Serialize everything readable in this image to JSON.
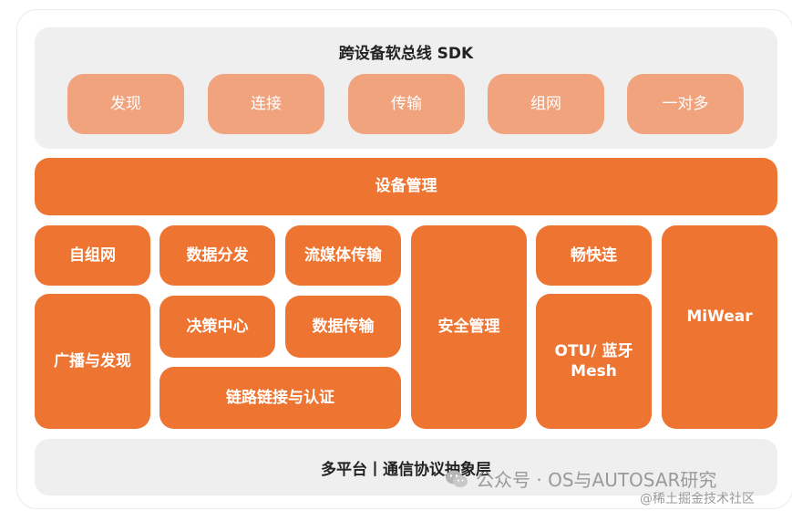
{
  "sdk": {
    "title": "跨设备软总线 SDK",
    "items": [
      "发现",
      "连接",
      "传输",
      "组网",
      "一对多"
    ]
  },
  "device_management": "设备管理",
  "modules": {
    "self_networking": "自组网",
    "broadcast_discovery": "广播与发现",
    "data_distribution": "数据分发",
    "streaming_transmission": "流媒体传输",
    "decision_center": "决策中心",
    "data_transmission": "数据传输",
    "link_auth": "链路链接与认证",
    "security_management": "安全管理",
    "smooth_connect": "畅快连",
    "otu_line1": "OTU/ 蓝牙",
    "otu_line2": "Mesh",
    "miwear": "MiWear"
  },
  "bottom": {
    "title": "多平台丨通信协议抽象层"
  },
  "watermark": {
    "line1": "公众号 · OS与AUTOSAR研究",
    "line2": "@稀土掘金技术社区"
  },
  "colors": {
    "orange": "#ee7431",
    "peach": "#f0a37d",
    "panel": "#efefef"
  }
}
